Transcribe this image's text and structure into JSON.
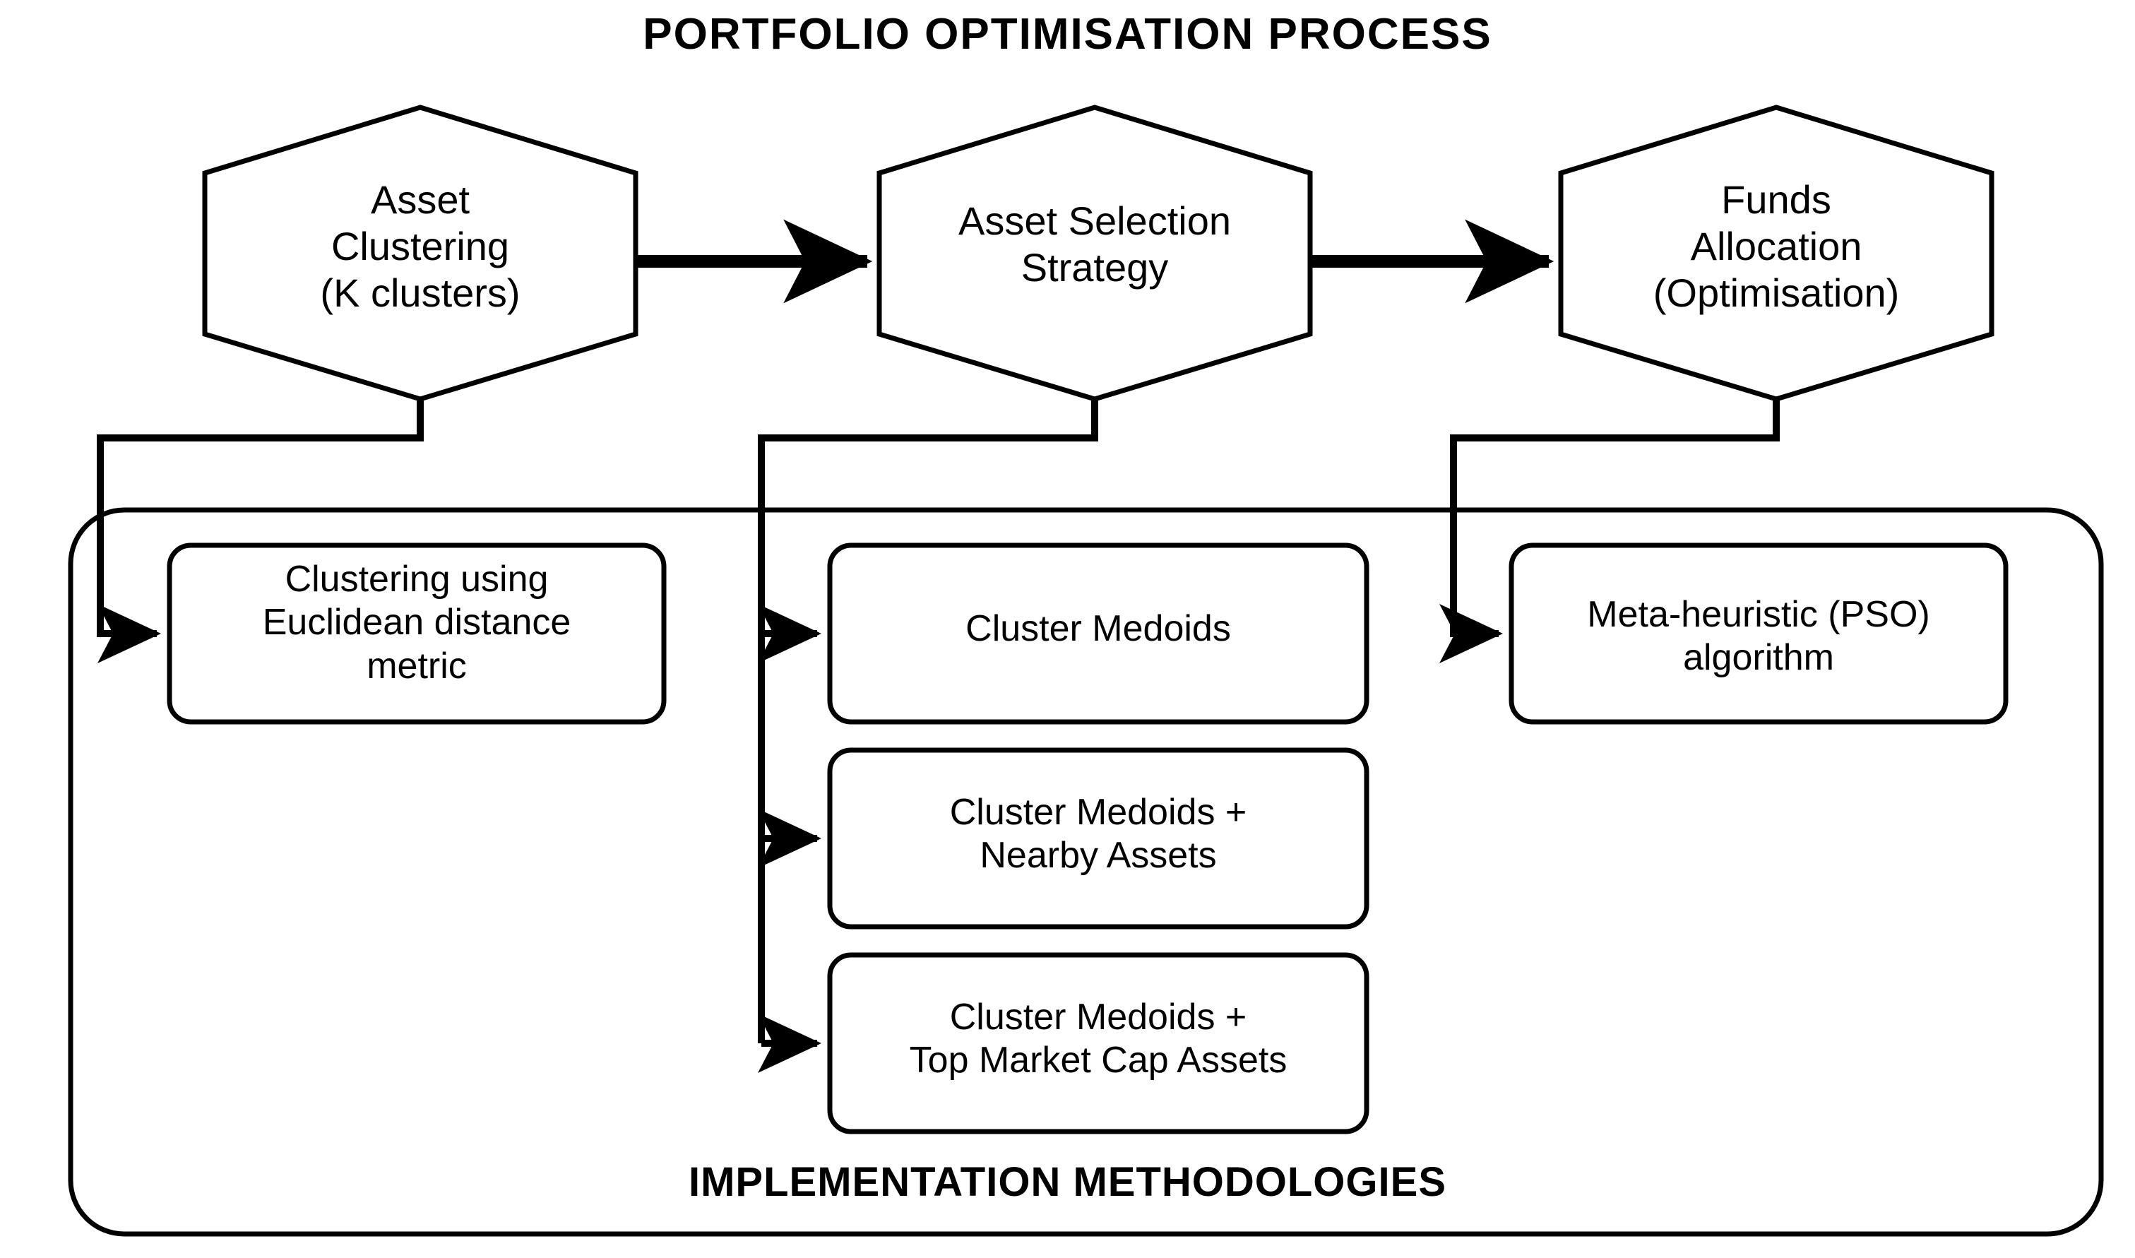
{
  "diagram": {
    "title": "PORTFOLIO  OPTIMISATION  PROCESS",
    "footer": "IMPLEMENTATION METHODOLOGIES",
    "stroke_color": "#000000",
    "fill_color": "#ffffff",
    "stages": [
      {
        "id": "asset-clustering",
        "label": "Asset\nClustering\n(K clusters)"
      },
      {
        "id": "asset-selection",
        "label": "Asset Selection\nStrategy"
      },
      {
        "id": "funds-allocation",
        "label": "Funds\nAllocation\n(Optimisation)"
      }
    ],
    "methods": [
      {
        "id": "euclidean-clustering",
        "label": "Clustering using\nEuclidean distance\nmetric",
        "stage": "asset-clustering"
      },
      {
        "id": "cluster-medoids",
        "label": "Cluster Medoids",
        "stage": "asset-selection"
      },
      {
        "id": "medoids-nearby",
        "label": "Cluster Medoids +\nNearby Assets",
        "stage": "asset-selection"
      },
      {
        "id": "medoids-marketcap",
        "label": "Cluster Medoids +\nTop Market Cap Assets",
        "stage": "asset-selection"
      },
      {
        "id": "pso-algorithm",
        "label": "Meta-heuristic (PSO)\nalgorithm",
        "stage": "funds-allocation"
      }
    ],
    "flow_arrows": [
      {
        "from": "asset-clustering",
        "to": "asset-selection"
      },
      {
        "from": "asset-selection",
        "to": "funds-allocation"
      }
    ]
  }
}
